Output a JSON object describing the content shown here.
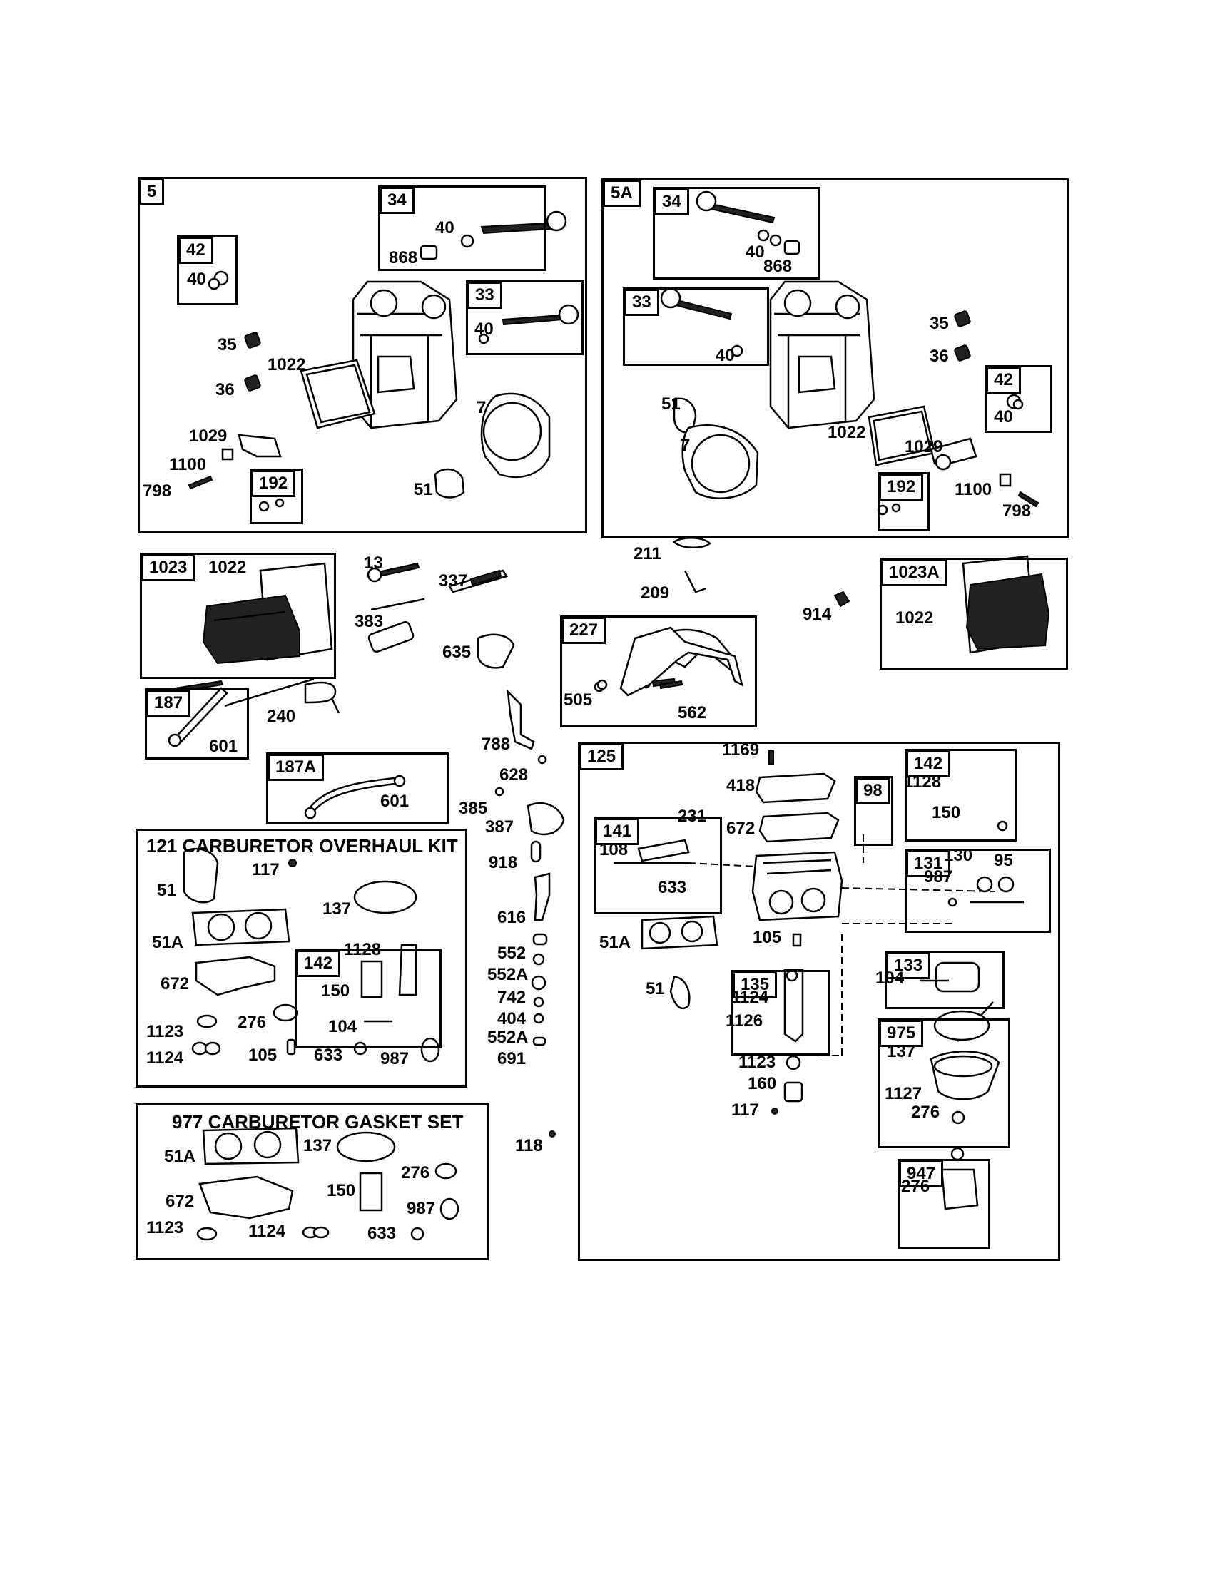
{
  "boxes": {
    "b5": "5",
    "b34a": "34",
    "b33a": "33",
    "b42a": "42",
    "b192a": "192",
    "b5A": "5A",
    "b34b": "34",
    "b33b": "33",
    "b42b": "42",
    "b192b": "192",
    "b1023": "1023",
    "b1023A": "1023A",
    "b227": "227",
    "b187": "187",
    "b187A": "187A",
    "b125": "125",
    "b142a": "142",
    "b98": "98",
    "b141": "141",
    "b131": "131",
    "b133": "133",
    "b135": "135",
    "b975": "975",
    "b947": "947",
    "b142b": "142"
  },
  "kits": {
    "overhaul_title": "121 CARBURETOR OVERHAUL KIT",
    "gasket_title": "977 CARBURETOR GASKET SET"
  },
  "labels": {
    "a_40a": "40",
    "a_868": "868",
    "a_40b": "40",
    "a_40c": "40",
    "a_35": "35",
    "a_1022": "1022",
    "a_36": "36",
    "a_7": "7",
    "a_1029": "1029",
    "a_1100": "1100",
    "a_798": "798",
    "a_51": "51",
    "b_40a": "40",
    "b_868": "868",
    "b_40b": "40",
    "b_35": "35",
    "b_36": "36",
    "b_51": "51",
    "b_7": "7",
    "b_1022": "1022",
    "b_40c": "40",
    "b_1029": "1029",
    "b_1100": "1100",
    "b_798": "798",
    "c_1022": "1022",
    "d_1022": "1022",
    "m_13": "13",
    "m_337": "337",
    "m_383": "383",
    "m_635": "635",
    "m_211": "211",
    "m_209": "209",
    "m_914": "914",
    "m_505": "505",
    "m_562": "562",
    "m_240": "240",
    "m_601a": "601",
    "m_601b": "601",
    "m_788": "788",
    "m_628": "628",
    "m_385": "385",
    "m_387": "387",
    "m_918": "918",
    "m_616": "616",
    "m_552": "552",
    "m_552A": "552A",
    "m_742": "742",
    "m_404": "404",
    "m_552A2": "552A",
    "m_691": "691",
    "m_118": "118",
    "k_117": "117",
    "k_51": "51",
    "k_137": "137",
    "k_51A": "51A",
    "k_1128": "1128",
    "k_150": "150",
    "k_672": "672",
    "k_1123": "1123",
    "k_276": "276",
    "k_104": "104",
    "k_1124": "1124",
    "k_105": "105",
    "k_633": "633",
    "k_987": "987",
    "g_51A": "51A",
    "g_137": "137",
    "g_276": "276",
    "g_150": "150",
    "g_672": "672",
    "g_987": "987",
    "g_1123": "1123",
    "g_1124": "1124",
    "g_633": "633",
    "c125_1169": "1169",
    "c125_418": "418",
    "c125_672": "672",
    "c125_231": "231",
    "c125_108": "108",
    "c125_633": "633",
    "c125_1128": "1128",
    "c125_150": "150",
    "c125_130": "130",
    "c125_95": "95",
    "c125_987": "987",
    "c125_105": "105",
    "c125_51A": "51A",
    "c125_51": "51",
    "c125_104": "104",
    "c125_1124": "1124",
    "c125_1126": "1126",
    "c125_137": "137",
    "c125_1123": "1123",
    "c125_160": "160",
    "c125_117": "117",
    "c125_1127": "1127",
    "c125_276a": "276",
    "c125_276b": "276"
  }
}
